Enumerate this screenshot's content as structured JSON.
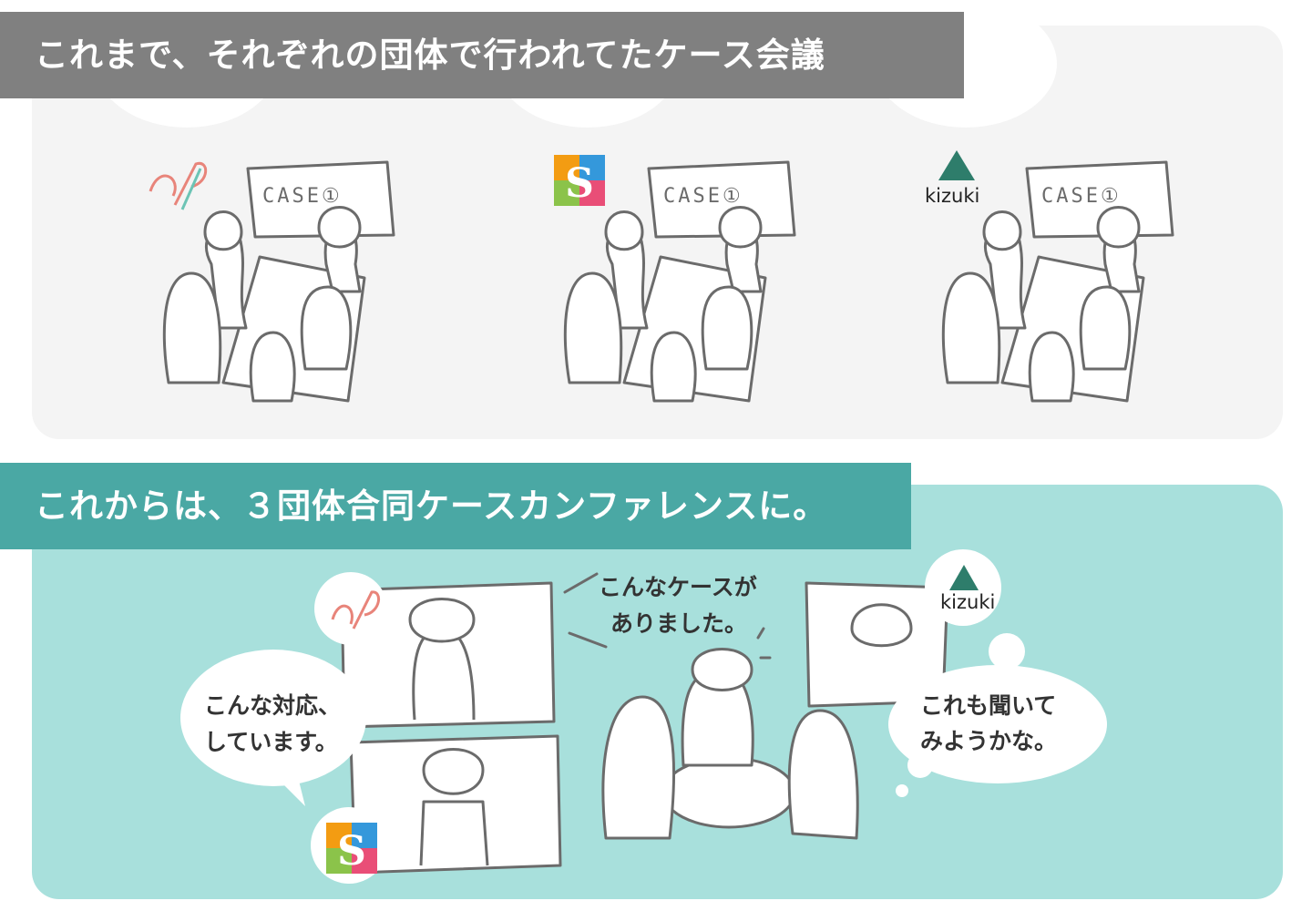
{
  "top_section": {
    "heading": "これまで、それぞれの団体で行われてたケース会議",
    "board_label": "CASE①"
  },
  "bottom_section": {
    "heading": "これからは、３団体合同ケースカンファレンスに。",
    "bubble_left": [
      "こんな対応、",
      "しています。"
    ],
    "bubble_center": [
      "こんなケースが",
      "ありました。"
    ],
    "bubble_right": [
      "これも聞いて",
      "みようかな。"
    ]
  },
  "logos": {
    "kizuki": "kizuki",
    "s_logo": "S"
  },
  "colors": {
    "top_bar": "#808080",
    "top_panel": "#f4f4f4",
    "bottom_bar": "#4aa8a4",
    "bottom_panel": "#a8e0dc",
    "line": "#6b6b6b"
  }
}
